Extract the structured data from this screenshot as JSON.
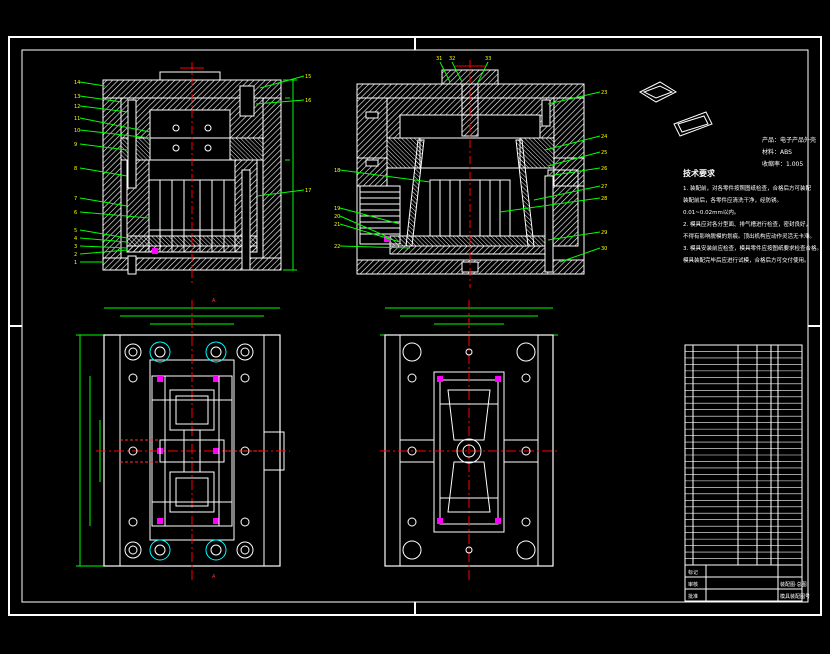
{
  "tech_requirements": {
    "heading": "技术要求",
    "spec_lines": [
      "产品：电子产品外壳",
      "材料：ABS",
      "收缩率：1.005"
    ],
    "lines": [
      "1. 装配前，对各零件按照图纸检查，合格后方可装配",
      "装配前后，各零件应清洗干净，经防锈。",
      "0.01~0.02mm以内。",
      "2. 模具应对各分型面、排气槽进行检查，密封良好，",
      "不得有影响脱模的划痕。顶出机构应动作灵活无卡滞。",
      "3. 模具安装前应检查，模具零件应按图纸要求检查合格。",
      "模具装配完毕后应进行试模，合格后方可交付使用。"
    ]
  },
  "title_block": {
    "label_1": "标记",
    "label_2": "审核",
    "label_3": "批准",
    "drawing_name": "装配图·总图",
    "drawing_no": "模具装配图号"
  },
  "colors": {
    "outline": "#ffffff",
    "hatch": "#ffffff",
    "leader": "#00ff00",
    "dimension": "#00ff00",
    "label": "#ffff00",
    "centerline": "#ff0000",
    "circle_accent": "#00ffff",
    "magenta": "#ff00ff"
  }
}
